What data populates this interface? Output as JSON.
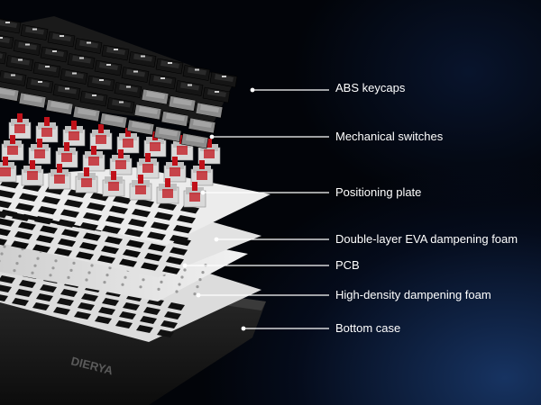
{
  "callouts": [
    {
      "id": "abs-keycaps",
      "text": "ABS keycaps"
    },
    {
      "id": "mechanical-switches",
      "text": "Mechanical switches"
    },
    {
      "id": "positioning-plate",
      "text": "Positioning plate"
    },
    {
      "id": "eva-foam",
      "text": "Double-layer EVA dampening foam"
    },
    {
      "id": "pcb",
      "text": "PCB"
    },
    {
      "id": "high-density-foam",
      "text": "High-density dampening foam"
    },
    {
      "id": "bottom-case",
      "text": "Bottom case"
    }
  ],
  "brand_logo": "DIERYA",
  "colors": {
    "keycap_black": "#151515",
    "keycap_grey": "#8c8c8c",
    "switch_red": "#c0111a",
    "plate_white": "#e8e8e8",
    "case_black": "#141414",
    "leader": "#ffffff"
  }
}
